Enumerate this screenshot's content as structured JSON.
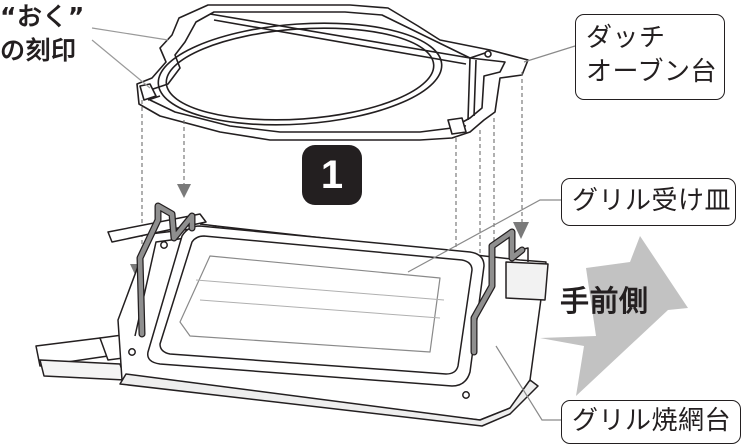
{
  "note": {
    "line1": "“おく”",
    "line2": "の刻印"
  },
  "labels": {
    "dutch_oven_stand": [
      "ダッチ",
      "オーブン台"
    ],
    "grill_pan": "グリル受け皿",
    "grill_rack": "グリル焼網台"
  },
  "step": "1",
  "direction": "手前側",
  "colors": {
    "line": "#231f20",
    "rack_fill": "#8a8a8a",
    "arrow_fill": "#b9b9b9",
    "badge": "#231f20"
  }
}
